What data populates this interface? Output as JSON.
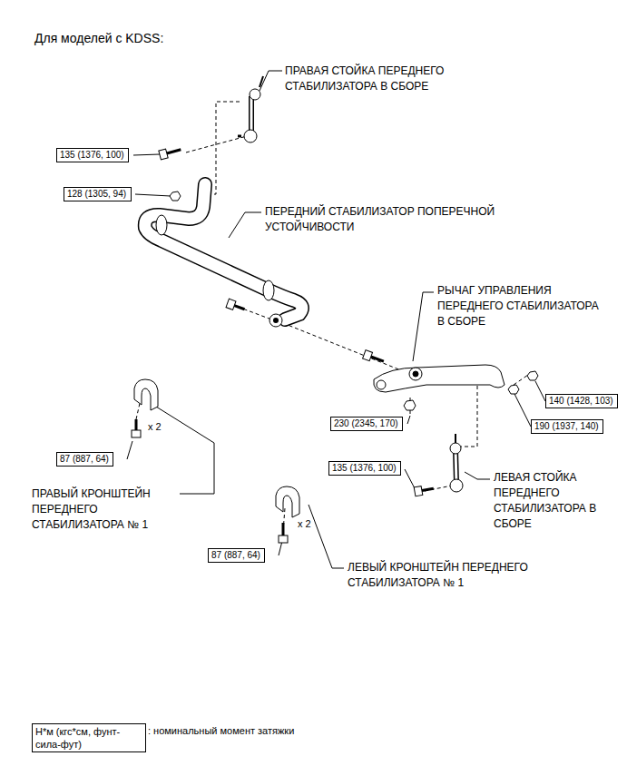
{
  "diagram": {
    "title": "Для моделей с KDSS:",
    "nodes": [
      {
        "text": [
          "135 (1376, 100)"
        ]
      },
      {
        "text": [
          "128 (1305, 94)"
        ]
      },
      {
        "text": [
          "140 (1428, 103)"
        ]
      },
      {
        "text": [
          "230 (2345, 170)"
        ]
      },
      {
        "text": [
          "190 (1937, 140)"
        ]
      },
      {
        "text": [
          "87 (887, 64)"
        ]
      },
      {
        "text": [
          "135 (1376, 100)"
        ]
      },
      {
        "text": [
          "87 (887, 64)"
        ]
      },
      {
        "text": [
          "Н*м (кгс*см, фунт-сила-фут)",
          ": номинальный момент затяжки"
        ]
      }
    ],
    "labels": [
      "ПРАВАЯ СТОЙКА ПЕРЕДНЕГО СТАБИЛИЗАТОРА В СБОРЕ",
      "ПЕРЕДНИЙ СТАБИЛИЗАТОР ПОПЕРЕЧНОЙ УСТОЙЧИВОСТИ",
      "РЫЧАГ УПРАВЛЕНИЯ ПЕРЕДНЕГО СТАБИЛИЗАТОРА В СБОРЕ",
      "x 2",
      "ЛЕВАЯ СТОЙКА ПЕРЕДНЕГО СТАБИЛИЗАТОРА В СБОРЕ",
      "ПРАВЫЙ КРОНШТЕЙН ПЕРЕДНЕГО СТАБИЛИЗАТОРА № 1",
      "x 2",
      "ЛЕВЫЙ КРОНШТЕЙН ПЕРЕДНЕГО СТАБИЛИЗАТОРА № 1"
    ]
  }
}
